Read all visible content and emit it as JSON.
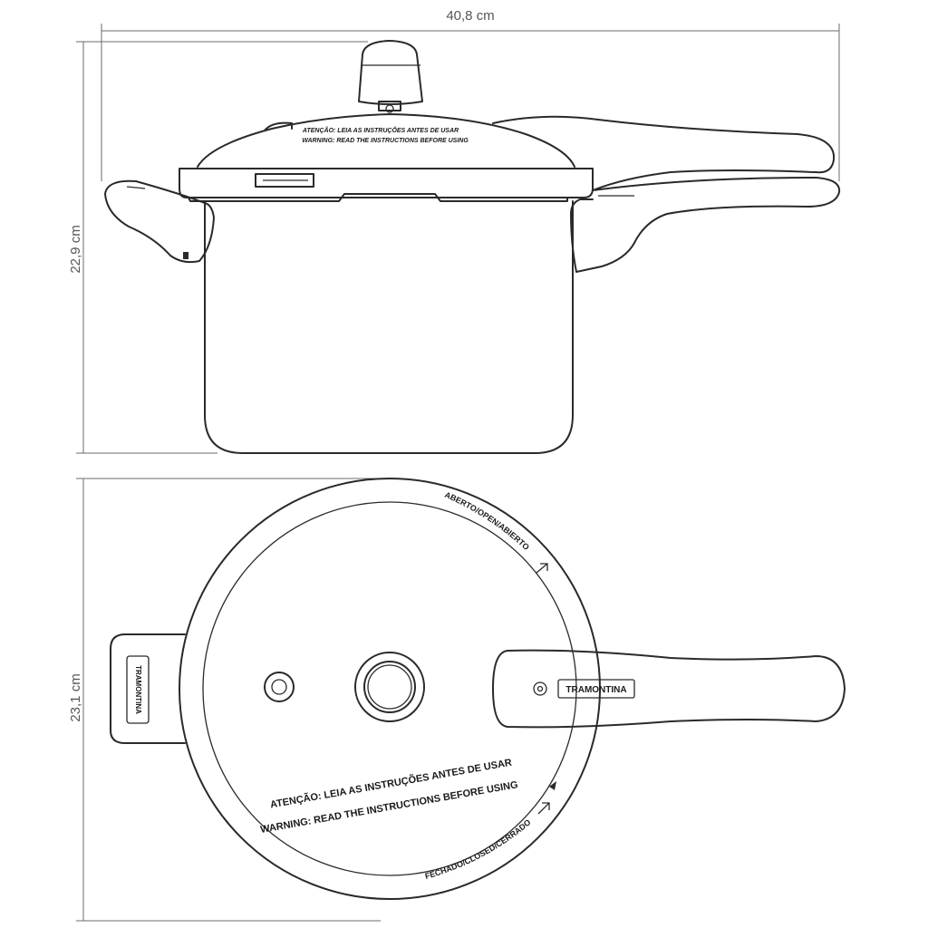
{
  "dimensions": {
    "width": "40,8 cm",
    "height_side": "22,9 cm",
    "height_top": "23,1 cm"
  },
  "lid_text": {
    "side_line1": "ATENÇÃO: LEIA AS INSTRUÇÕES ANTES DE USAR",
    "side_line2": "WARNING: READ THE INSTRUCTIONS BEFORE USING",
    "top_line1": "ATENÇÃO: LEIA AS INSTRUÇÕES ANTES DE USAR",
    "top_line2": "WARNING: READ THE INSTRUCTIONS BEFORE USING",
    "open": "ABERTO/OPEN/ABIERTO",
    "closed": "FECHADO/CLOSED/CERRADO"
  },
  "brand": {
    "handle_label": "TRAMONTINA",
    "side_handle_label": "TRAMONTINA"
  },
  "colors": {
    "line": "#2a2a2a",
    "dimension": "#6b6b6b"
  }
}
